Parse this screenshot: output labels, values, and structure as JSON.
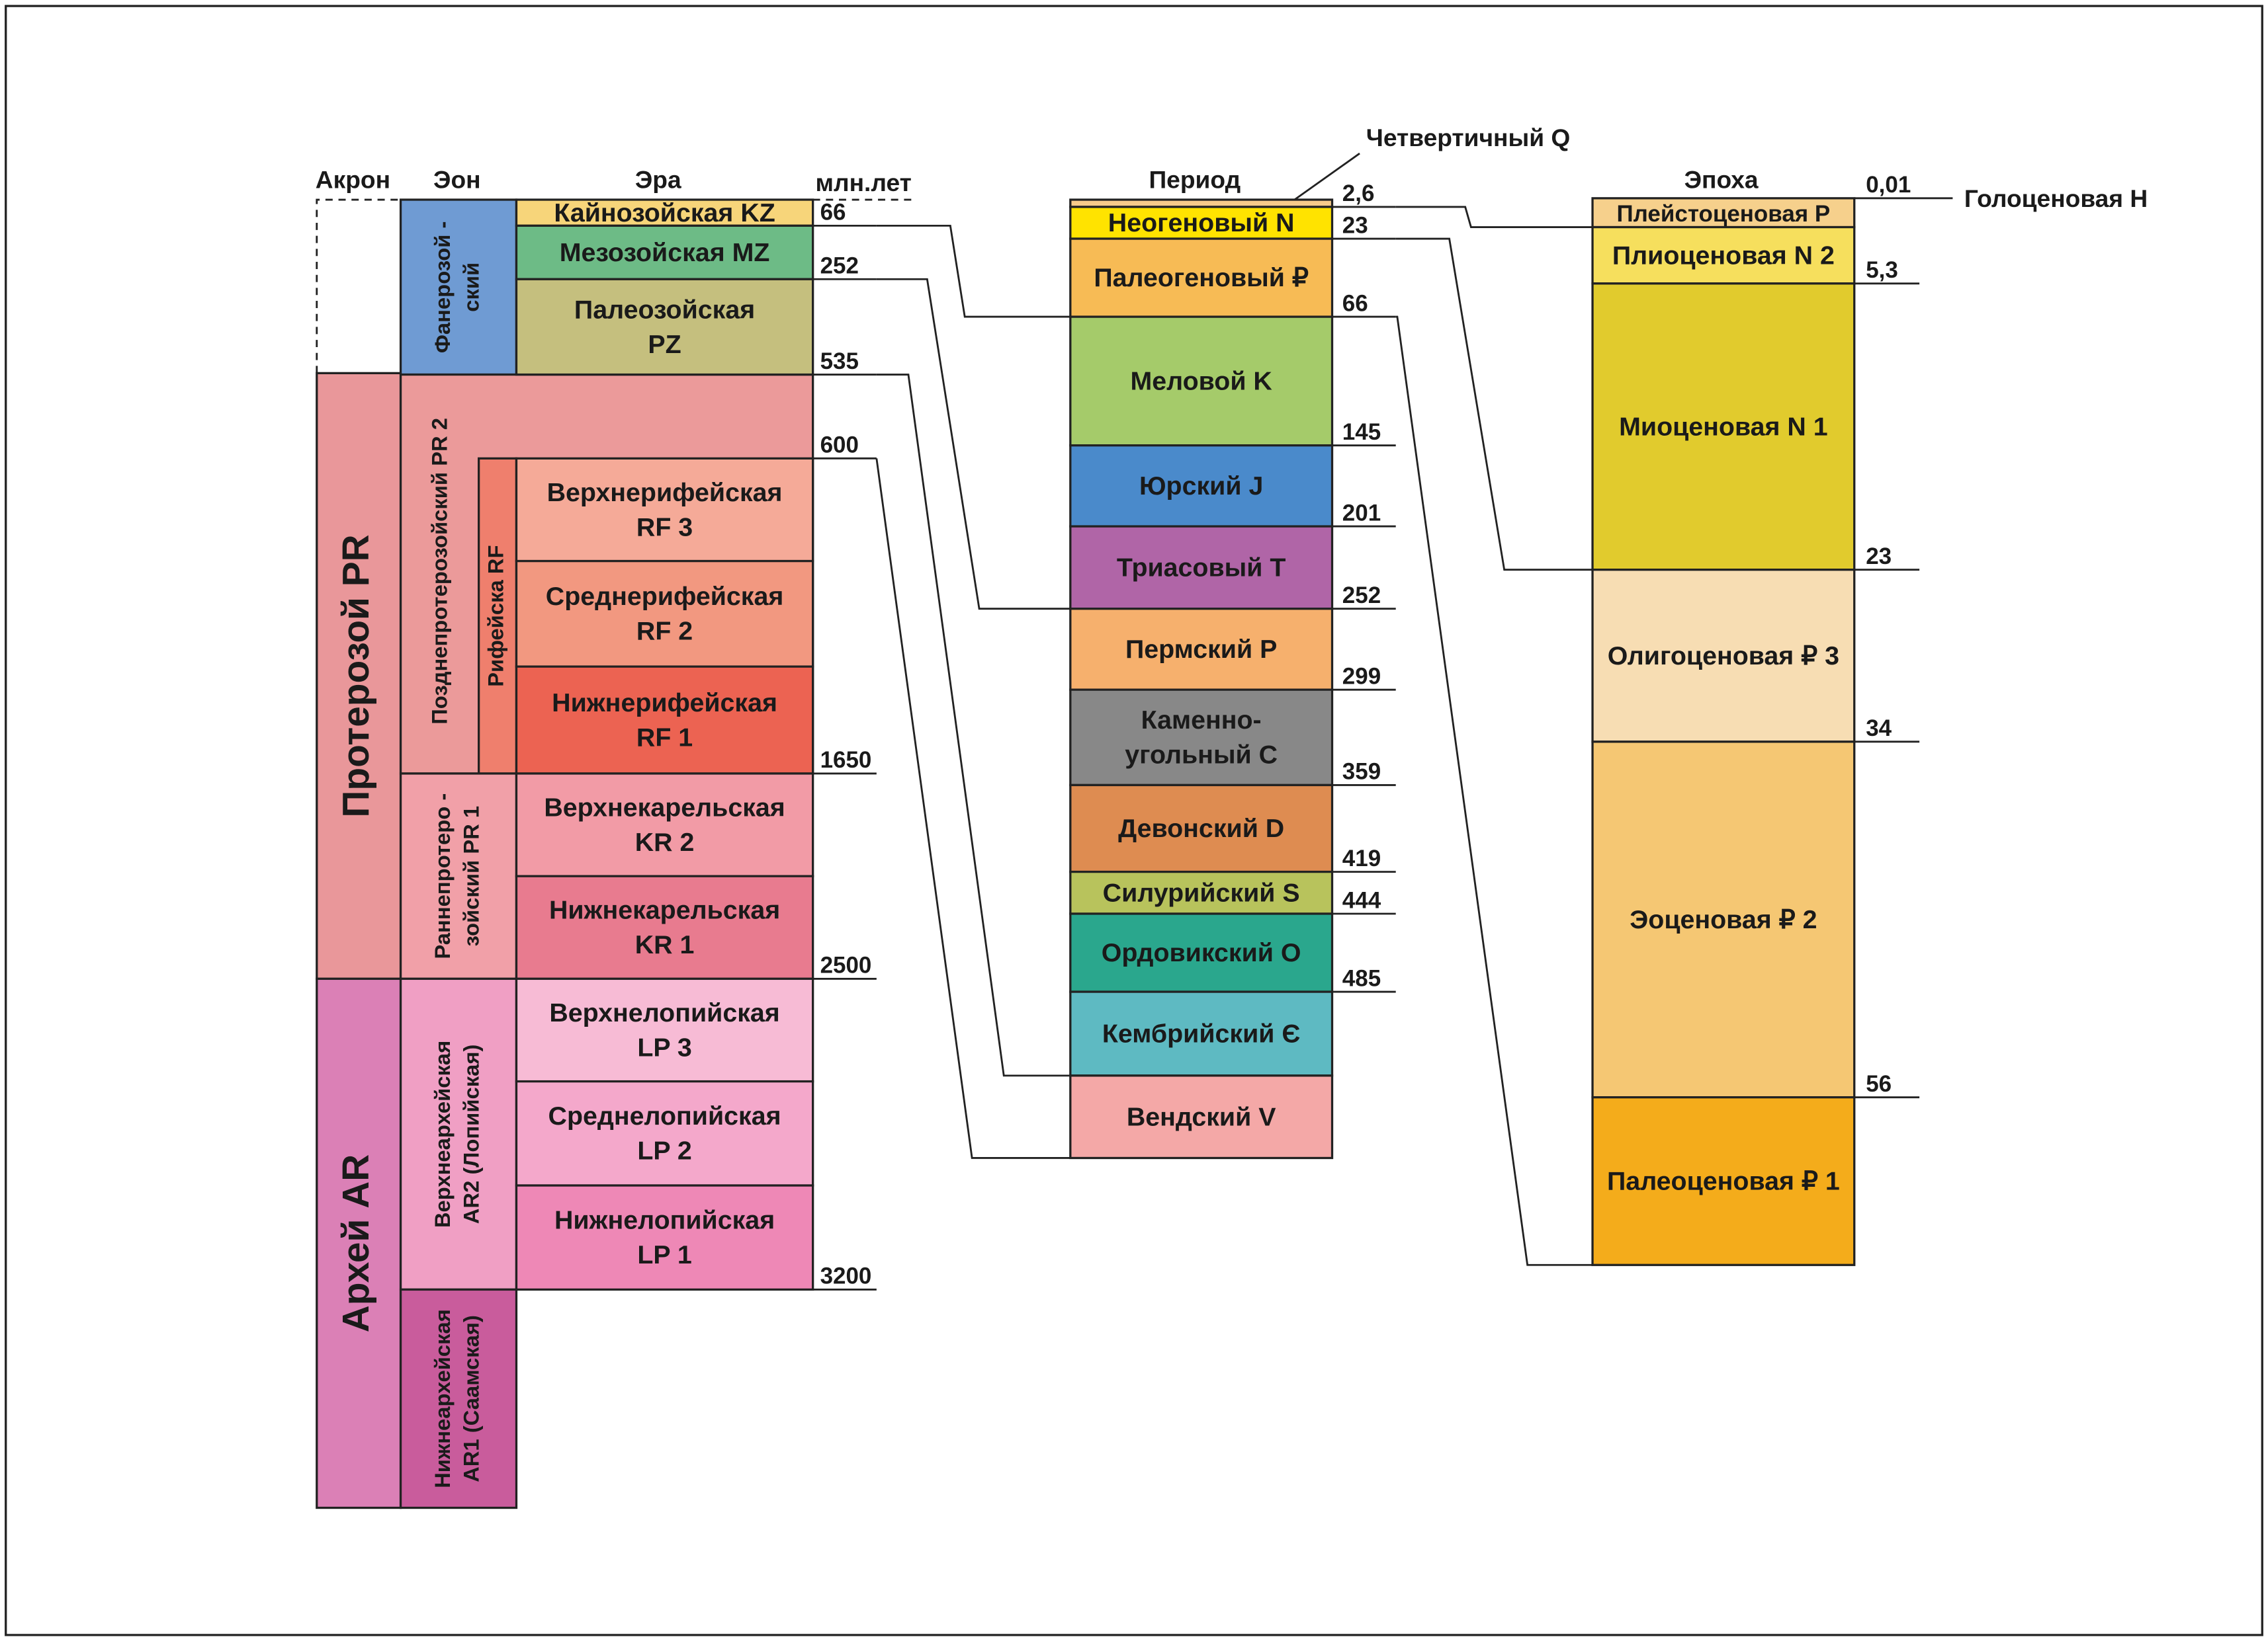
{
  "headers": {
    "akron": "Акрон",
    "eon": "Эон",
    "era": "Эра",
    "units": "млн.лет",
    "period": "Период",
    "epoch": "Эпоха",
    "quaternary": "Четвертичный Q",
    "holocene": "Голоценовая H"
  },
  "akrons": [
    {
      "id": "proterozoic",
      "label": "Протерозой PR",
      "color": "#e9979a"
    },
    {
      "id": "archean",
      "label": "Архей AR",
      "color": "#db80b6"
    }
  ],
  "eons": [
    {
      "id": "phanerozoic",
      "label": [
        "Фанерозой -",
        "ский"
      ],
      "color": "#6f9bd3"
    },
    {
      "id": "pr2",
      "label": [
        "Позднепротерозойский PR   2"
      ],
      "color": "#eb9a9a"
    },
    {
      "id": "riphean",
      "label": [
        "Рифейска RF"
      ],
      "color": "#ef7f6d"
    },
    {
      "id": "pr1",
      "label": [
        "Раннепротеро -",
        "зойский PR 1"
      ],
      "color": "#f1a0a8"
    },
    {
      "id": "ar2",
      "label": [
        "Верхнеархейская",
        "AR2 (Лопийская)"
      ],
      "color": "#f09fc4"
    },
    {
      "id": "ar1",
      "label": [
        "Нижнеархейская",
        "AR1 (Саамская)"
      ],
      "color": "#c95c9c"
    }
  ],
  "eras": [
    {
      "id": "kz",
      "label": [
        "Кайнозойская KZ"
      ],
      "color": "#f7d57a"
    },
    {
      "id": "mz",
      "label": [
        "Мезозойская MZ"
      ],
      "color": "#6dbb86"
    },
    {
      "id": "pz",
      "label": [
        "Палеозойская",
        "PZ"
      ],
      "color": "#c5bf7e"
    },
    {
      "id": "rf3",
      "label": [
        "Верхнерифейская",
        "RF 3"
      ],
      "color": "#f5aa98"
    },
    {
      "id": "rf2",
      "label": [
        "Среднерифейская",
        "RF 2"
      ],
      "color": "#f29880"
    },
    {
      "id": "rf1",
      "label": [
        "Нижнерифейская",
        "RF 1"
      ],
      "color": "#ec6352"
    },
    {
      "id": "kr2",
      "label": [
        "Верхнекарельская",
        "KR 2"
      ],
      "color": "#f29ba6"
    },
    {
      "id": "kr1",
      "label": [
        "Нижнекарельская",
        "KR 1"
      ],
      "color": "#e87b8f"
    },
    {
      "id": "lp3",
      "label": [
        "Верхнелопийская",
        "LP 3"
      ],
      "color": "#f7bbd5"
    },
    {
      "id": "lp2",
      "label": [
        "Среднелопийская",
        "LP 2"
      ],
      "color": "#f4a8cb"
    },
    {
      "id": "lp1",
      "label": [
        "Нижнелопийская",
        "LP 1"
      ],
      "color": "#ee88b6"
    }
  ],
  "era_ages": [
    "66",
    "252",
    "535",
    "600",
    "1650",
    "2500",
    "3200"
  ],
  "periods": [
    {
      "id": "q",
      "label": [],
      "color": "#f8cb8a"
    },
    {
      "id": "n",
      "label": [
        "Неогеновый N"
      ],
      "color": "#ffe300"
    },
    {
      "id": "p",
      "label": [
        "Палеогеновый ₽"
      ],
      "color": "#f7bb55"
    },
    {
      "id": "k",
      "label": [
        "Меловой K"
      ],
      "color": "#a5cb6a"
    },
    {
      "id": "j",
      "label": [
        "Юрский  J"
      ],
      "color": "#4a8acb"
    },
    {
      "id": "t",
      "label": [
        "Триасовый T"
      ],
      "color": "#b065a7"
    },
    {
      "id": "perm",
      "label": [
        "Пермский P"
      ],
      "color": "#f6b06d"
    },
    {
      "id": "c",
      "label": [
        "Каменно-",
        "угольный C"
      ],
      "color": "#888888"
    },
    {
      "id": "d",
      "label": [
        "Девонский D"
      ],
      "color": "#de8c51"
    },
    {
      "id": "s",
      "label": [
        "Силурийский S"
      ],
      "color": "#b8c35c"
    },
    {
      "id": "o",
      "label": [
        "Ордовикский O"
      ],
      "color": "#2aa78d"
    },
    {
      "id": "cm",
      "label": [
        "Кембрийский Є"
      ],
      "color": "#5ebac2"
    },
    {
      "id": "v",
      "label": [
        "Вендский V"
      ],
      "color": "#f4a8a7"
    }
  ],
  "period_ages": [
    "2,6",
    "23",
    "66",
    "145",
    "201",
    "252",
    "299",
    "359",
    "419",
    "444",
    "485"
  ],
  "epochs": [
    {
      "id": "pleistocene",
      "label": [
        "Плейстоценовая P"
      ],
      "color": "#f6d08c"
    },
    {
      "id": "pliocene",
      "label": [
        "Плиоценовая N 2"
      ],
      "color": "#f6df5d"
    },
    {
      "id": "miocene",
      "label": [
        "Миоценовая N 1"
      ],
      "color": "#e1cb2d"
    },
    {
      "id": "oligocene",
      "label": [
        "Олигоценовая ₽ 3"
      ],
      "color": "#f7ddb3"
    },
    {
      "id": "eocene",
      "label": [
        "Эоценовая ₽ 2"
      ],
      "color": "#f5c773"
    },
    {
      "id": "paleocene",
      "label": [
        "Палеоценовая ₽ 1"
      ],
      "color": "#f4ac1b"
    }
  ],
  "epoch_ages": [
    "0,01",
    "5,3",
    "23",
    "34",
    "56"
  ]
}
